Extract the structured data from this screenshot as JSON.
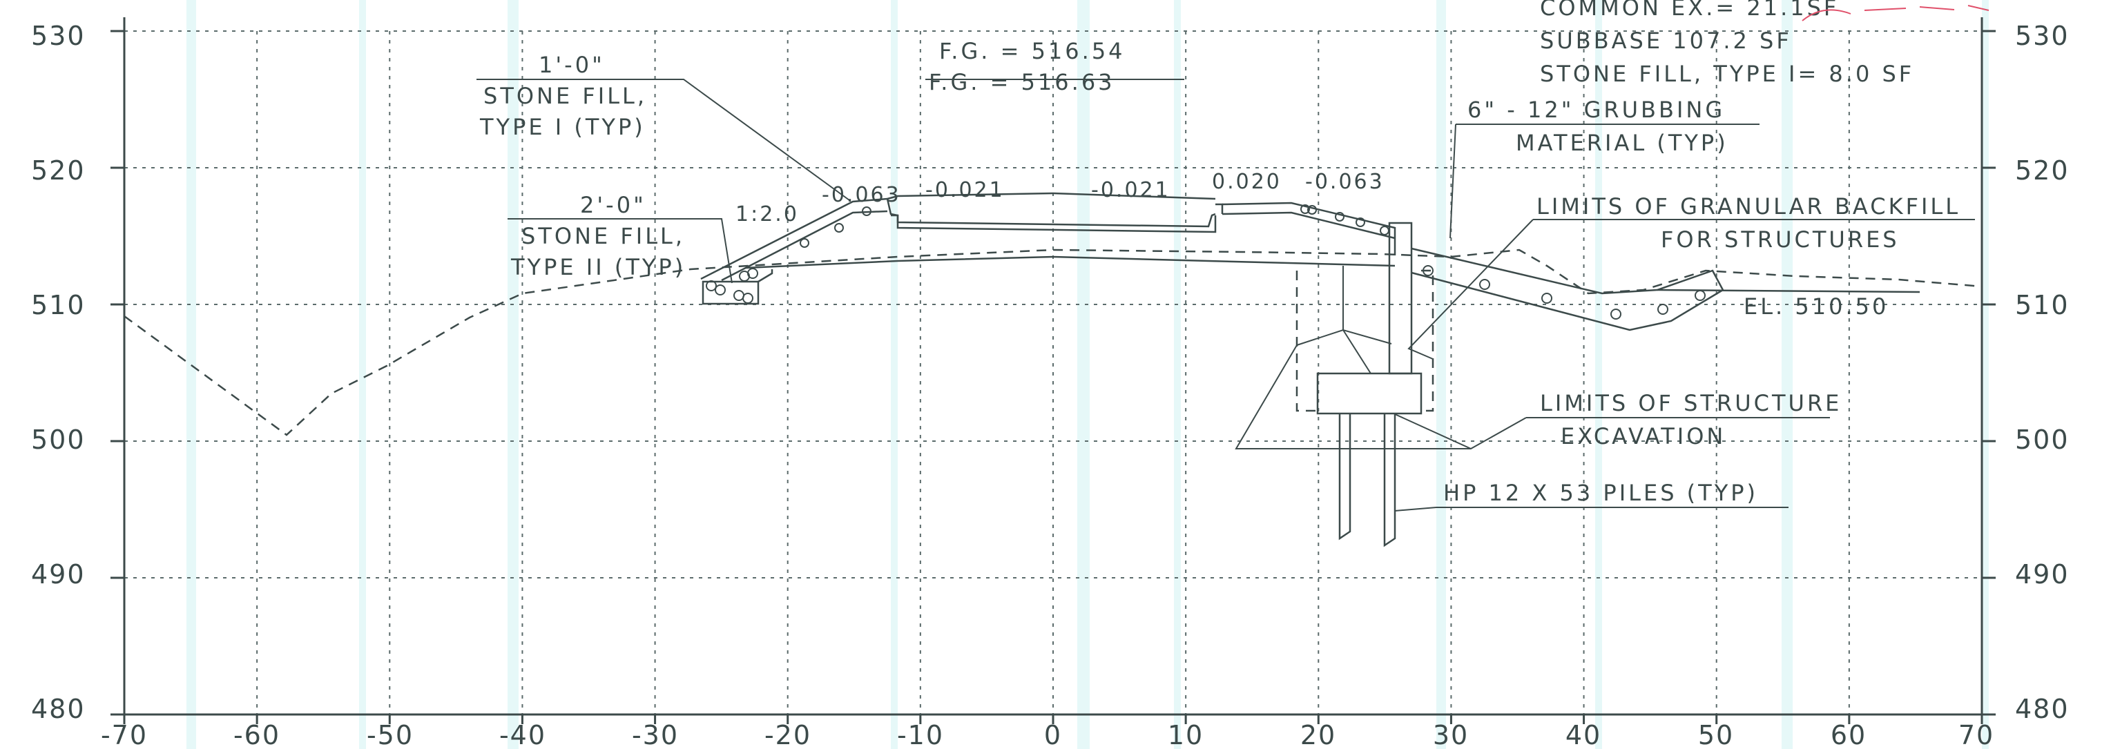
{
  "axes": {
    "x_ticks": [
      "-70",
      "-60",
      "-50",
      "-40",
      "-30",
      "-20",
      "-10",
      "0",
      "10",
      "20",
      "30",
      "40",
      "50",
      "60",
      "70"
    ],
    "y_ticks_left": [
      "530",
      "520",
      "510",
      "500",
      "490",
      "480"
    ],
    "y_ticks_right": [
      "530",
      "520",
      "510",
      "500",
      "490",
      "480"
    ]
  },
  "quantities": {
    "common_ex": "COMMON EX.= 21.1SF",
    "subbase": "SUBBASE 107.2 SF",
    "stone_fill": "STONE FILL, TYPE I= 8.0 SF"
  },
  "grades": {
    "fg_new": "F.G. = 516.54",
    "fg_old": "F.G. = 516.63"
  },
  "slopes": {
    "ratio": "1:2.0",
    "s1": "-0.063",
    "s2": "-0.021",
    "s3": "-0.021",
    "s4": "0.020",
    "s5": "-0.063"
  },
  "notes": {
    "stone_fill_1": {
      "dim": "1'-0\"",
      "line1": "STONE FILL,",
      "line2": "TYPE I (TYP)"
    },
    "stone_fill_2": {
      "dim": "2'-0\"",
      "line1": "STONE FILL,",
      "line2": "TYPE II (TYP)"
    },
    "grubbing": {
      "line1": "6\" - 12\" GRUBBING",
      "line2": "MATERIAL (TYP)"
    },
    "granular": {
      "line1": "LIMITS OF GRANULAR BACKFILL",
      "line2": "FOR STRUCTURES"
    },
    "elevation": "EL. 510.50",
    "excavation": {
      "line1": "LIMITS OF STRUCTURE",
      "line2": "EXCAVATION"
    },
    "piles": "HP 12 X 53 PILES (TYP)"
  },
  "colors": {
    "ink": "#3c4a4a",
    "background": "#ffffff",
    "scan_strip": "#e6f8f8",
    "markup": "#e0506a"
  }
}
